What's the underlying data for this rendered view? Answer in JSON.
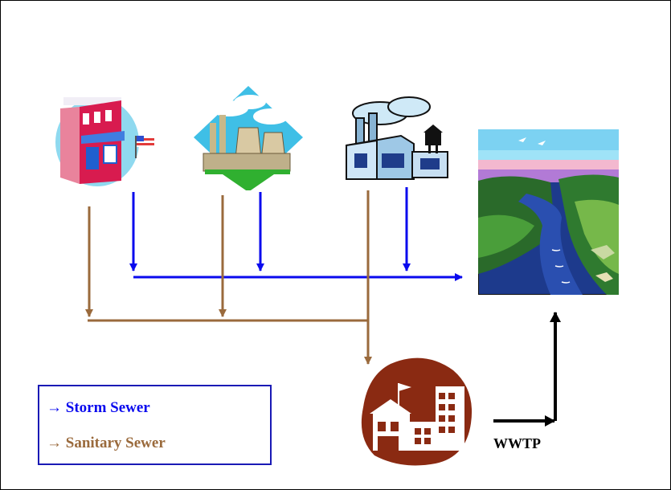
{
  "legend": {
    "storm_label": "→ Storm Sewer",
    "sanitary_label": "→ Sanitary Sewer"
  },
  "wwtp_label": "WWTP",
  "colors": {
    "storm": "#0a0aee",
    "sanitary": "#9a6a3c",
    "treated": "#000000",
    "legend_border": "#1a1ab5"
  },
  "icons": {
    "storefront": "storefront-icon",
    "power_plant": "power-plant-icon",
    "factory": "factory-icon",
    "river": "river-landscape-icon",
    "treatment_plant": "wastewater-treatment-plant-icon"
  }
}
